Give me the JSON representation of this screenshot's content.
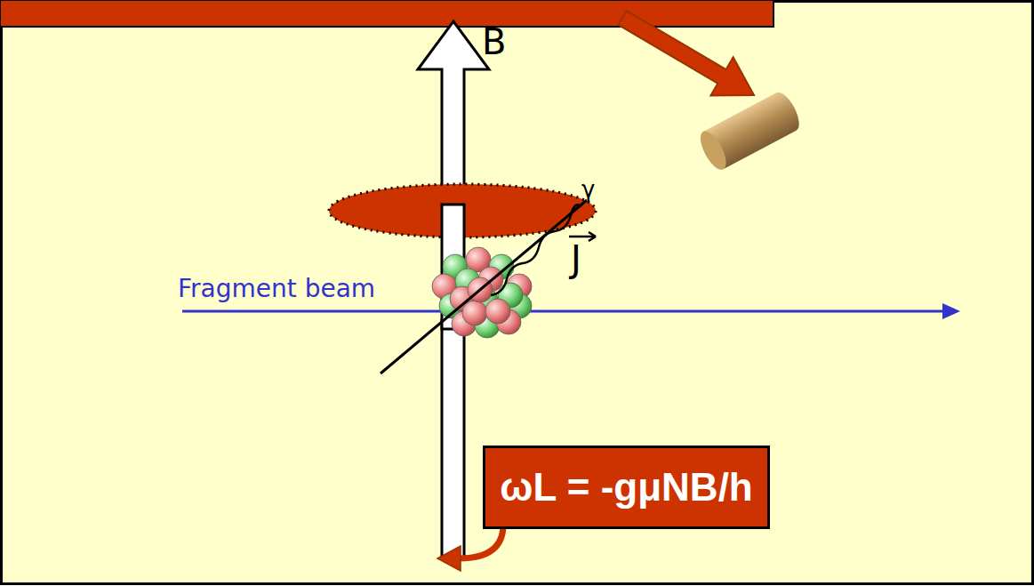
{
  "diagram": {
    "nodes": [
      {
        "text": [
          "ωL = -gμNB/h"
        ]
      }
    ],
    "labels": [
      "B",
      "γ",
      "J",
      "Fragment beam"
    ]
  }
}
